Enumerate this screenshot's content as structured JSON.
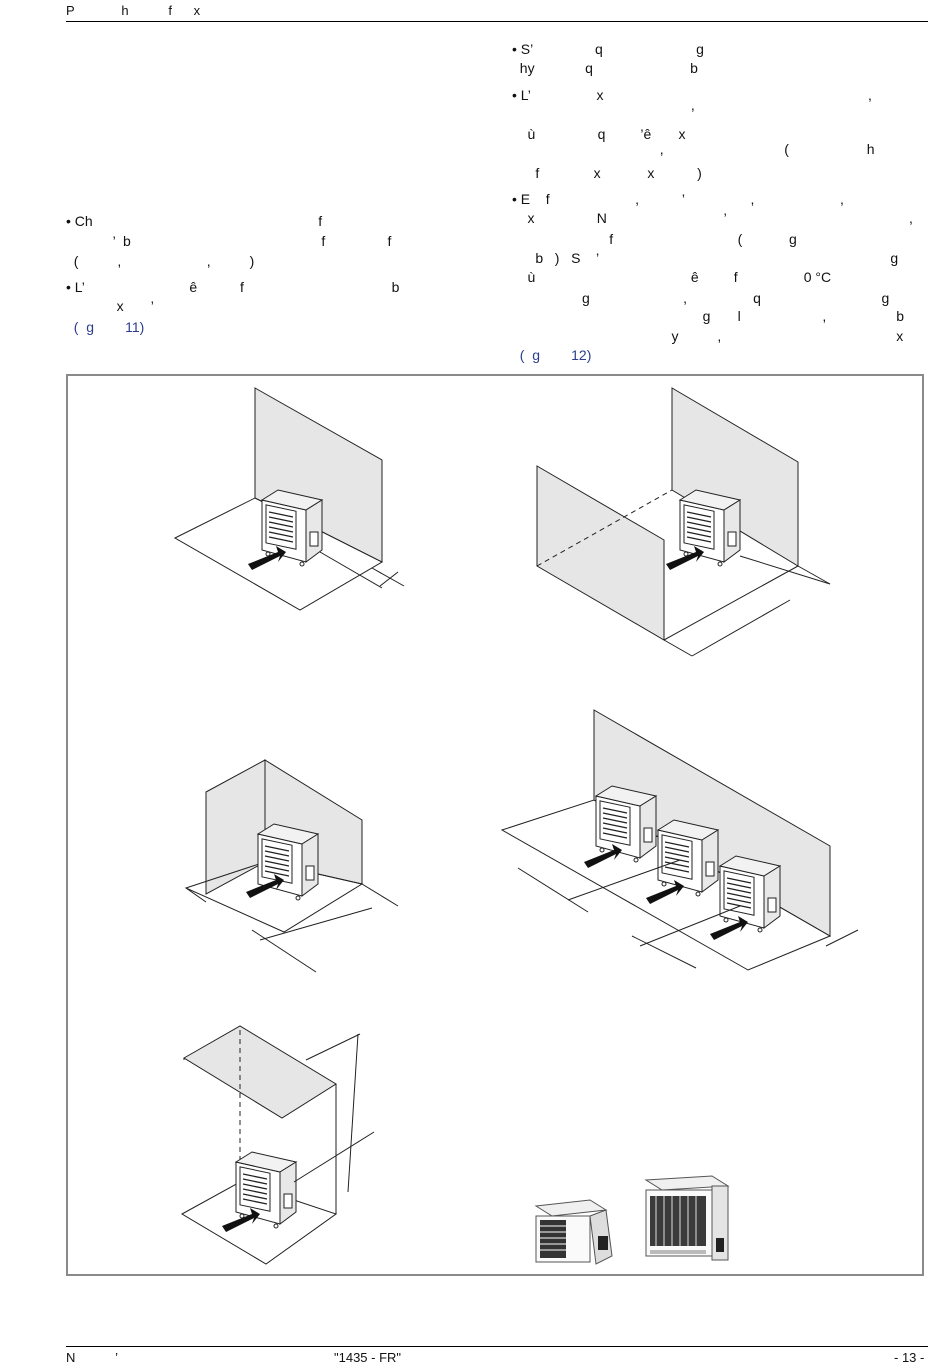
{
  "header": {
    "text": "P             h           f      x"
  },
  "left_column": [
    "• Ch                                                          f",
    "            ’  b                                                 f                f",
    "  (          ,                      ,          )",
    "• L’                           ê           f                                      b",
    "             x       ’",
    "  (  g        11)"
  ],
  "right_column": [
    "• S’                q                        g",
    "  hy             q                         b",
    "• L’                 x                                                                    ,",
    "                                              ,",
    "    ù                q         ’ê       x",
    "                                      ,                               (                    h",
    "      f              x            x           )",
    "• E    f                      ,           ’                 ,                      ,",
    "    x                N                              ’                                               ,",
    "                         f                                (            g",
    "      b   )   S    ’                                                                           g",
    "    ù                                        ê         f                 0 °C",
    "                  g                        ,                 q                               g",
    "                                                 g       l                     ,                  b",
    "                                         y          ,                                             x",
    "  (  g        12)"
  ],
  "footer": {
    "left": "N           ’",
    "center": "\"1435 - FR\"",
    "right": "- 13 -"
  }
}
